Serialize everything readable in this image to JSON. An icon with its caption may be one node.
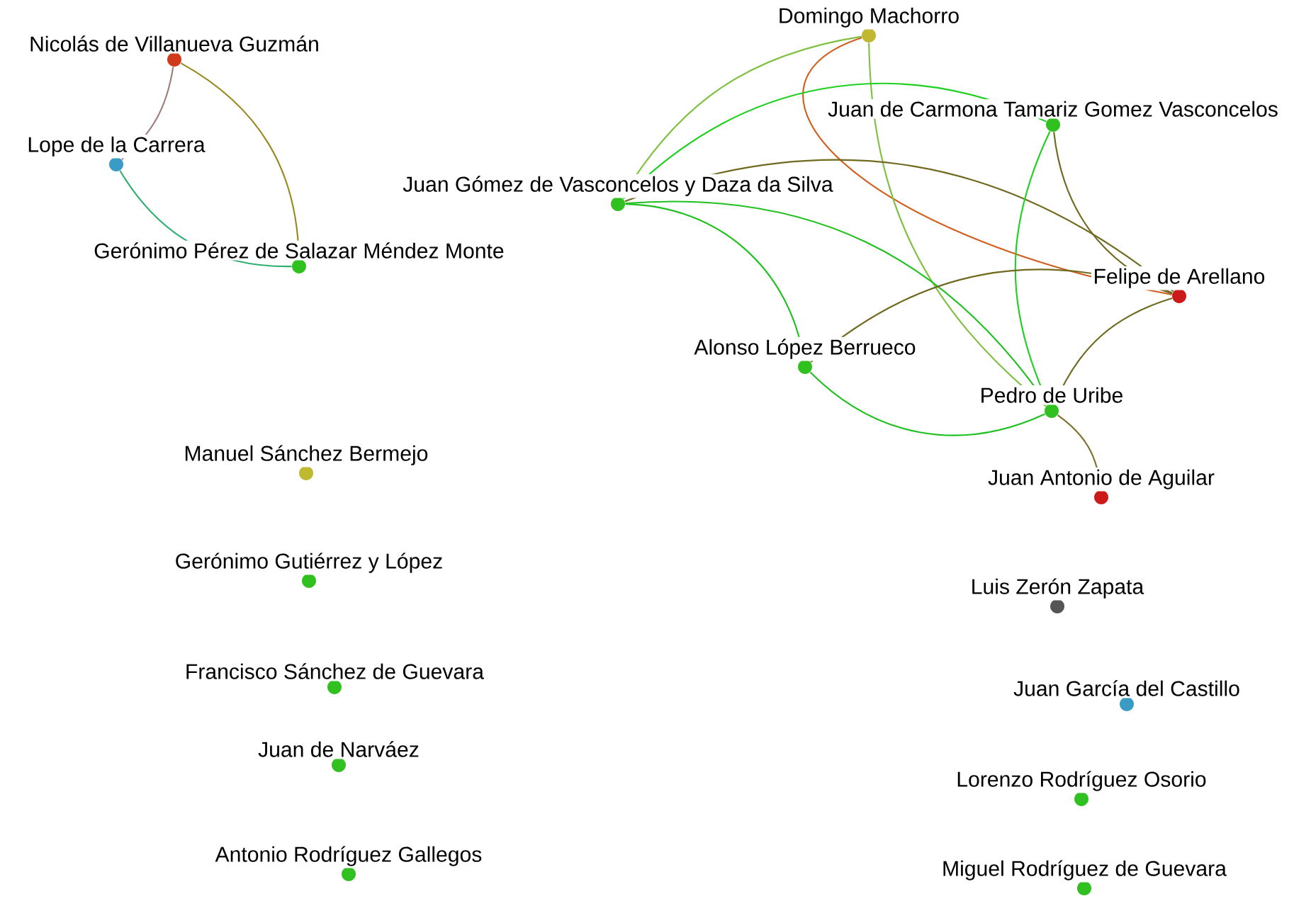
{
  "diagram": {
    "nodes": [
      {
        "text": [
          "Nicolás de Villanueva Guzmán"
        ]
      },
      {
        "text": [
          "Lope de la Carrera"
        ]
      },
      {
        "text": [
          "Gerónimo Pérez de Salazar Méndez Monte"
        ]
      },
      {
        "text": [
          "Domingo Machorro"
        ]
      },
      {
        "text": [
          "Juan de Carmona Tamariz Gomez Vasconcelos"
        ]
      },
      {
        "text": [
          "Juan Gómez de Vasconcelos y Daza da Silva"
        ]
      },
      {
        "text": [
          "Felipe de Arellano"
        ]
      },
      {
        "text": [
          "Alonso López Berrueco"
        ]
      },
      {
        "text": [
          "Pedro de Uribe"
        ]
      },
      {
        "text": [
          "Manuel Sánchez Bermejo"
        ]
      },
      {
        "text": [
          "Juan Antonio de Aguilar"
        ]
      },
      {
        "text": [
          "Gerónimo Gutiérrez y López"
        ]
      },
      {
        "text": [
          "Luis Zerón Zapata"
        ]
      },
      {
        "text": [
          "Francisco Sánchez de Guevara"
        ]
      },
      {
        "text": [
          "Juan García del Castillo"
        ]
      },
      {
        "text": [
          "Juan de Narváez"
        ]
      },
      {
        "text": [
          "Lorenzo Rodríguez Osorio"
        ]
      },
      {
        "text": [
          "Antonio Rodríguez Gallegos"
        ]
      },
      {
        "text": [
          "Miguel Rodríguez de Guevara"
        ]
      }
    ],
    "edges": [
      {
        "from": 0,
        "to": 1,
        "arrow": "none",
        "color": "#a07c7c"
      },
      {
        "from": 0,
        "to": 2,
        "arrow": "none",
        "color": "#9a8a20"
      },
      {
        "from": 1,
        "to": 2,
        "arrow": "none",
        "color": "#30b070"
      },
      {
        "from": 5,
        "to": 3,
        "arrow": "none",
        "color": "#80c040"
      },
      {
        "from": 3,
        "to": 6,
        "arrow": "none",
        "color": "#d06020"
      },
      {
        "from": 3,
        "to": 8,
        "arrow": "none",
        "color": "#80c040"
      },
      {
        "from": 5,
        "to": 4,
        "arrow": "none",
        "color": "#20d020"
      },
      {
        "from": 5,
        "to": 6,
        "arrow": "none",
        "color": "#706a20"
      },
      {
        "from": 5,
        "to": 7,
        "arrow": "none",
        "color": "#20c020"
      },
      {
        "from": 5,
        "to": 8,
        "arrow": "none",
        "color": "#20c020"
      },
      {
        "from": 4,
        "to": 6,
        "arrow": "none",
        "color": "#706a20"
      },
      {
        "from": 4,
        "to": 8,
        "arrow": "none",
        "color": "#20d020"
      },
      {
        "from": 7,
        "to": 6,
        "arrow": "none",
        "color": "#706a20"
      },
      {
        "from": 7,
        "to": 8,
        "arrow": "none",
        "color": "#20c020"
      },
      {
        "from": 8,
        "to": 6,
        "arrow": "none",
        "color": "#706a20"
      },
      {
        "from": 8,
        "to": 10,
        "arrow": "none",
        "color": "#807030"
      }
    ]
  }
}
